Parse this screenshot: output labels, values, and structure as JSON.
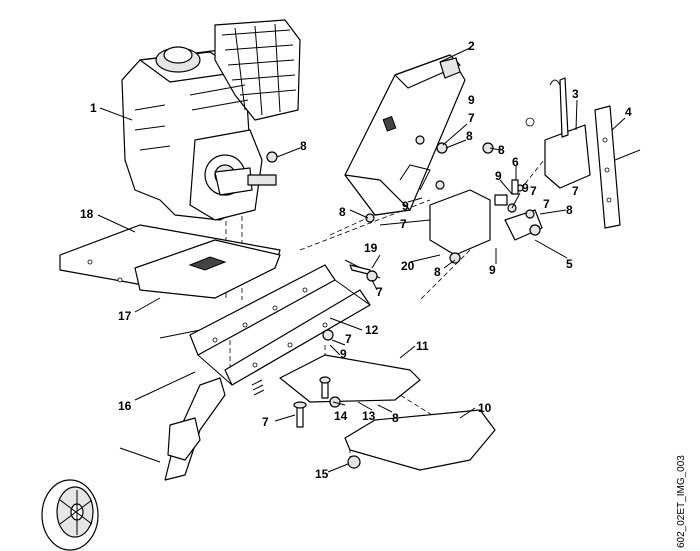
{
  "diagram": {
    "image_code": "602_02ET_IMG_003",
    "callouts": {
      "c1": "1",
      "c2": "2",
      "c3": "3",
      "c4": "4",
      "c5": "5",
      "c6": "6",
      "c7a": "7",
      "c7b": "7",
      "c7c": "7",
      "c7d": "7",
      "c7e": "7",
      "c7f": "7",
      "c7g": "7",
      "c7h": "7",
      "c8a": "8",
      "c8b": "8",
      "c8c": "8",
      "c8d": "8",
      "c8e": "8",
      "c8f": "8",
      "c8g": "8",
      "c9a": "9",
      "c9b": "9",
      "c9c": "9",
      "c9d": "9",
      "c9e": "9",
      "c9f": "9",
      "c10": "10",
      "c11": "11",
      "c12": "12",
      "c13": "13",
      "c14": "14",
      "c15": "15",
      "c16": "16",
      "c17": "17",
      "c18": "18",
      "c19": "19",
      "c20": "20"
    }
  }
}
